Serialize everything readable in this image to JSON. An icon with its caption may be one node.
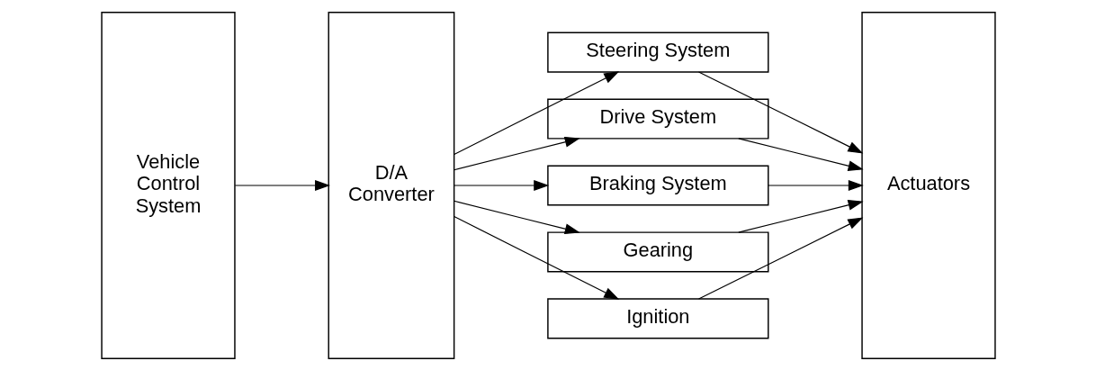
{
  "diagram": {
    "nodes": [
      {
        "text": [
          "Vehicle Control System"
        ]
      },
      {
        "text": [
          "D/A Converter"
        ]
      },
      {
        "text": [
          "Steering System"
        ]
      },
      {
        "text": [
          "Drive System"
        ]
      },
      {
        "text": [
          "Braking System"
        ]
      },
      {
        "text": [
          "Gearing"
        ]
      },
      {
        "text": [
          "Ignition"
        ]
      },
      {
        "text": [
          "Actuators"
        ]
      }
    ],
    "edges": [
      {
        "from": 0,
        "to": 1,
        "arrow": "to"
      },
      {
        "from": 1,
        "to": 2,
        "arrow": "to"
      },
      {
        "from": 1,
        "to": 3,
        "arrow": "to"
      },
      {
        "from": 1,
        "to": 4,
        "arrow": "to"
      },
      {
        "from": 1,
        "to": 5,
        "arrow": "to"
      },
      {
        "from": 1,
        "to": 6,
        "arrow": "to"
      },
      {
        "from": 2,
        "to": 7,
        "arrow": "to"
      },
      {
        "from": 3,
        "to": 7,
        "arrow": "to"
      },
      {
        "from": 4,
        "to": 7,
        "arrow": "to"
      },
      {
        "from": 5,
        "to": 7,
        "arrow": "to"
      },
      {
        "from": 6,
        "to": 7,
        "arrow": "to"
      }
    ]
  }
}
